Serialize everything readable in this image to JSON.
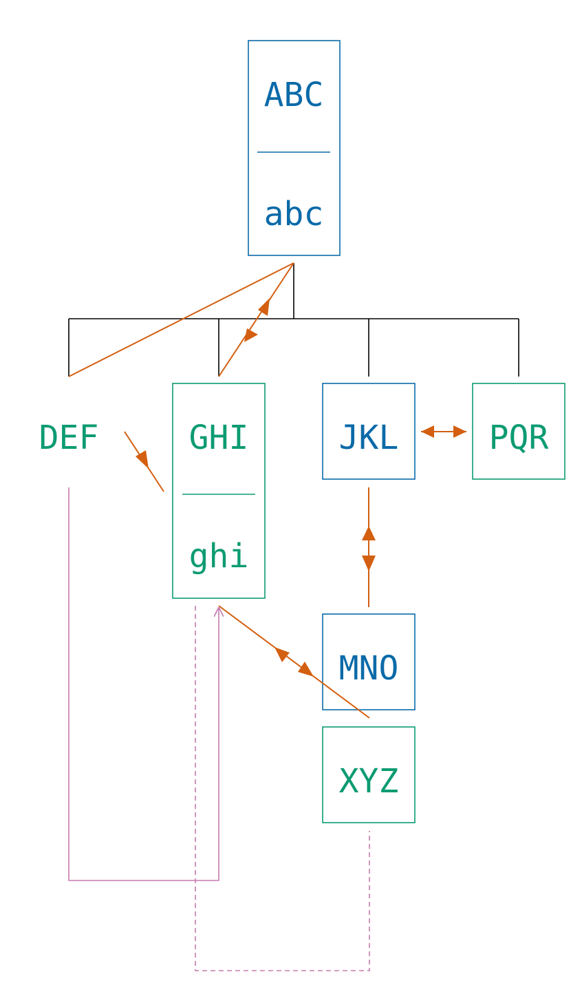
{
  "nodes": {
    "abc_upper": "ABC",
    "abc_lower": "abc",
    "def": "DEF",
    "ghi_upper": "GHI",
    "ghi_lower": "ghi",
    "jkl": "JKL",
    "pqr": "PQR",
    "mno": "MNO",
    "xyz": "XYZ"
  },
  "colors": {
    "blue": "#0a6aa8",
    "green": "#0c9b72",
    "orange": "#d35f10",
    "pink": "#c77aae",
    "black": "#000000"
  }
}
